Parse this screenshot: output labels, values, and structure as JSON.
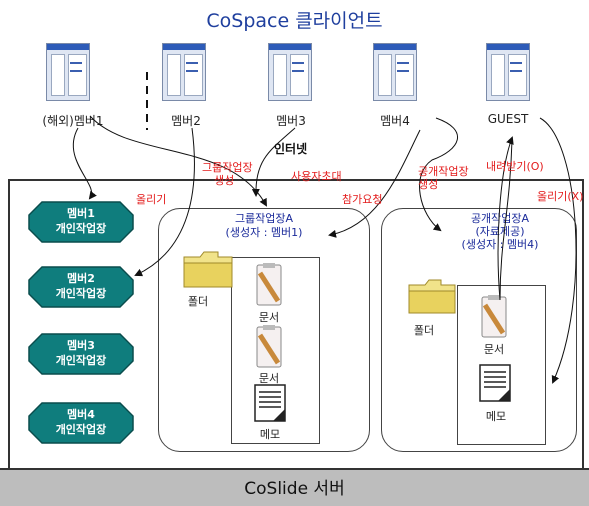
{
  "title": "CoSpace 클라이언트",
  "clients": [
    {
      "label": "(해외)멤버1"
    },
    {
      "label": "멤버2"
    },
    {
      "label": "멤버3"
    },
    {
      "label": "멤버4"
    },
    {
      "label": "GUEST"
    }
  ],
  "internet_label": "인터넷",
  "actions": {
    "upload_left": "올리기",
    "create_group_1": "그룹작업장",
    "create_group_2": "생성",
    "invite_user": "사용자초대",
    "join_request": "참가요청",
    "create_public_1": "공개작업장",
    "create_public_2": "생성",
    "download_ok": "내려받기(O)",
    "upload_no": "올리기(X)"
  },
  "personal_workspaces": [
    {
      "line1": "멤버1",
      "line2": "개인작업장"
    },
    {
      "line1": "멤버2",
      "line2": "개인작업장"
    },
    {
      "line1": "멤버3",
      "line2": "개인작업장"
    },
    {
      "line1": "멤버4",
      "line2": "개인작업장"
    }
  ],
  "group_workspace": {
    "title": "그룹작업장A",
    "creator": "(생성자 : 멤버1)",
    "folder": "폴더",
    "doc1": "문서",
    "doc2": "문서",
    "memo": "메모"
  },
  "public_workspace": {
    "title": "공개작업장A",
    "subtitle": "(자료제공)",
    "creator": "(생성자 : 멤버4)",
    "folder": "폴더",
    "doc": "문서",
    "memo": "메모"
  },
  "server_label": "CoSlide 서버",
  "colors": {
    "title": "#1f3f9e",
    "workspace_fill": "#0f7d7d",
    "action_red": "#e31b1b",
    "server_bar": "#bdbdbd"
  }
}
